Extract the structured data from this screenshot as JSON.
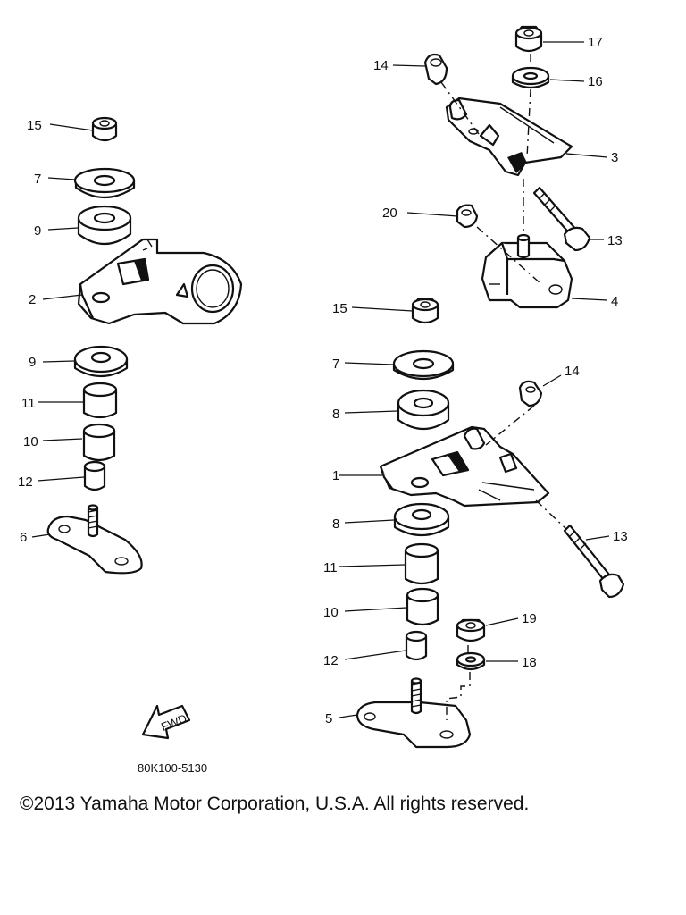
{
  "labels": {
    "l15a": "15",
    "l7a": "7",
    "l9a": "9",
    "l2": "2",
    "l9b": "9",
    "l11a": "11",
    "l10a": "10",
    "l12a": "12",
    "l6": "6",
    "l14a": "14",
    "l17": "17",
    "l16": "16",
    "l3": "3",
    "l20": "20",
    "l13a": "13",
    "l4": "4",
    "l15b": "15",
    "l7b": "7",
    "l14b": "14",
    "l8a": "8",
    "l1": "1",
    "l8b": "8",
    "l13b": "13",
    "l11b": "11",
    "l10b": "10",
    "l19": "19",
    "l12b": "12",
    "l18": "18",
    "l5": "5"
  },
  "fwd_arrow_text": "FWD",
  "drawing_code": "80K100-5130",
  "copyright": "©2013 Yamaha Motor Corporation, U.S.A. All rights reserved."
}
